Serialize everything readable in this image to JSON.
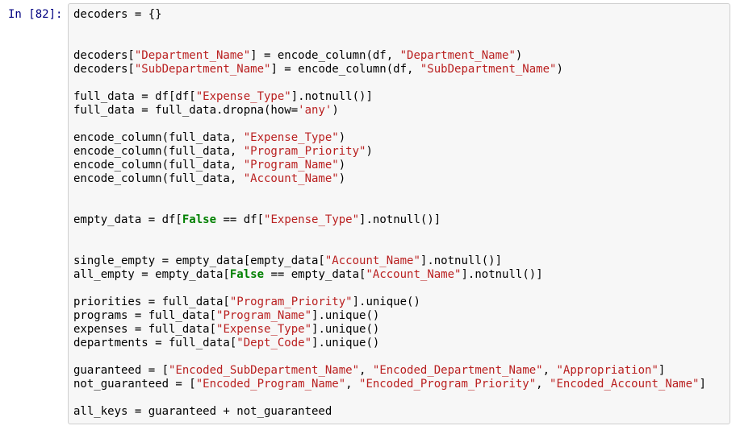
{
  "notebook": {
    "prompt": "In [82]:",
    "colors": {
      "prompt_color": "#000080",
      "code_color": "#000000",
      "string_color": "#ba2121",
      "keyword_color": "#008000",
      "cell_bg": "#f7f7f7",
      "cell_border": "#cfcfcf",
      "page_bg": "#ffffff"
    },
    "code_lines": [
      [
        {
          "t": "p",
          "v": "decoders = {}"
        }
      ],
      [],
      [],
      [
        {
          "t": "p",
          "v": "decoders["
        },
        {
          "t": "s",
          "v": "\"Department_Name\""
        },
        {
          "t": "p",
          "v": "] = encode_column(df, "
        },
        {
          "t": "s",
          "v": "\"Department_Name\""
        },
        {
          "t": "p",
          "v": ")"
        }
      ],
      [
        {
          "t": "p",
          "v": "decoders["
        },
        {
          "t": "s",
          "v": "\"SubDepartment_Name\""
        },
        {
          "t": "p",
          "v": "] = encode_column(df, "
        },
        {
          "t": "s",
          "v": "\"SubDepartment_Name\""
        },
        {
          "t": "p",
          "v": ")"
        }
      ],
      [],
      [
        {
          "t": "p",
          "v": "full_data = df[df["
        },
        {
          "t": "s",
          "v": "\"Expense_Type\""
        },
        {
          "t": "p",
          "v": "].notnull()]"
        }
      ],
      [
        {
          "t": "p",
          "v": "full_data = full_data.dropna(how="
        },
        {
          "t": "s",
          "v": "'any'"
        },
        {
          "t": "p",
          "v": ")"
        }
      ],
      [],
      [
        {
          "t": "p",
          "v": "encode_column(full_data, "
        },
        {
          "t": "s",
          "v": "\"Expense_Type\""
        },
        {
          "t": "p",
          "v": ")"
        }
      ],
      [
        {
          "t": "p",
          "v": "encode_column(full_data, "
        },
        {
          "t": "s",
          "v": "\"Program_Priority\""
        },
        {
          "t": "p",
          "v": ")"
        }
      ],
      [
        {
          "t": "p",
          "v": "encode_column(full_data, "
        },
        {
          "t": "s",
          "v": "\"Program_Name\""
        },
        {
          "t": "p",
          "v": ")"
        }
      ],
      [
        {
          "t": "p",
          "v": "encode_column(full_data, "
        },
        {
          "t": "s",
          "v": "\"Account_Name\""
        },
        {
          "t": "p",
          "v": ")"
        }
      ],
      [],
      [],
      [
        {
          "t": "p",
          "v": "empty_data = df["
        },
        {
          "t": "k",
          "v": "False"
        },
        {
          "t": "p",
          "v": " == df["
        },
        {
          "t": "s",
          "v": "\"Expense_Type\""
        },
        {
          "t": "p",
          "v": "].notnull()]"
        }
      ],
      [],
      [],
      [
        {
          "t": "p",
          "v": "single_empty = empty_data[empty_data["
        },
        {
          "t": "s",
          "v": "\"Account_Name\""
        },
        {
          "t": "p",
          "v": "].notnull()]"
        }
      ],
      [
        {
          "t": "p",
          "v": "all_empty = empty_data["
        },
        {
          "t": "k",
          "v": "False"
        },
        {
          "t": "p",
          "v": " == empty_data["
        },
        {
          "t": "s",
          "v": "\"Account_Name\""
        },
        {
          "t": "p",
          "v": "].notnull()]"
        }
      ],
      [],
      [
        {
          "t": "p",
          "v": "priorities = full_data["
        },
        {
          "t": "s",
          "v": "\"Program_Priority\""
        },
        {
          "t": "p",
          "v": "].unique()"
        }
      ],
      [
        {
          "t": "p",
          "v": "programs = full_data["
        },
        {
          "t": "s",
          "v": "\"Program_Name\""
        },
        {
          "t": "p",
          "v": "].unique()"
        }
      ],
      [
        {
          "t": "p",
          "v": "expenses = full_data["
        },
        {
          "t": "s",
          "v": "\"Expense_Type\""
        },
        {
          "t": "p",
          "v": "].unique()"
        }
      ],
      [
        {
          "t": "p",
          "v": "departments = full_data["
        },
        {
          "t": "s",
          "v": "\"Dept_Code\""
        },
        {
          "t": "p",
          "v": "].unique()"
        }
      ],
      [],
      [
        {
          "t": "p",
          "v": "guaranteed = ["
        },
        {
          "t": "s",
          "v": "\"Encoded_SubDepartment_Name\""
        },
        {
          "t": "p",
          "v": ", "
        },
        {
          "t": "s",
          "v": "\"Encoded_Department_Name\""
        },
        {
          "t": "p",
          "v": ", "
        },
        {
          "t": "s",
          "v": "\"Appropriation\""
        },
        {
          "t": "p",
          "v": "]"
        }
      ],
      [
        {
          "t": "p",
          "v": "not_guaranteed = ["
        },
        {
          "t": "s",
          "v": "\"Encoded_Program_Name\""
        },
        {
          "t": "p",
          "v": ", "
        },
        {
          "t": "s",
          "v": "\"Encoded_Program_Priority\""
        },
        {
          "t": "p",
          "v": ", "
        },
        {
          "t": "s",
          "v": "\"Encoded_Account_Name\""
        },
        {
          "t": "p",
          "v": "]"
        }
      ],
      [],
      [
        {
          "t": "p",
          "v": "all_keys = guaranteed + not_guaranteed"
        }
      ]
    ]
  }
}
